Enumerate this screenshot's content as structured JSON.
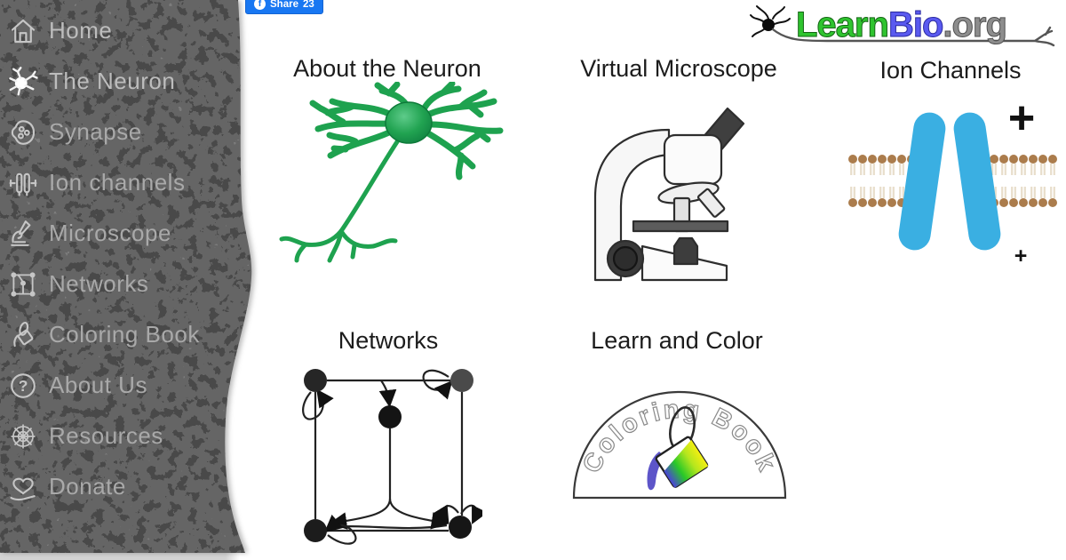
{
  "header": {
    "share_button": {
      "label": "Share",
      "count": "23",
      "color": "#1877f2",
      "icon": "facebook-icon"
    },
    "logo": {
      "icon": "neuron-logo-icon",
      "learn": "Learn",
      "bio": "Bio",
      "org": ".org",
      "colors": {
        "learn": "#2fc42f",
        "bio": "#5a5af0",
        "org": "#8d8d8d"
      }
    }
  },
  "sidebar": {
    "background": "#2b2b2b",
    "items": [
      {
        "label": "Home",
        "icon": "home-icon"
      },
      {
        "label": "The Neuron",
        "icon": "neuron-icon"
      },
      {
        "label": "Synapse",
        "icon": "synapse-icon"
      },
      {
        "label": "Ion channels",
        "icon": "ion-channel-icon"
      },
      {
        "label": "Microscope",
        "icon": "microscope-icon"
      },
      {
        "label": "Networks",
        "icon": "network-icon"
      },
      {
        "label": "Coloring Book",
        "icon": "paint-bucket-icon"
      },
      {
        "label": "About Us",
        "icon": "question-circle-icon"
      },
      {
        "label": "Resources",
        "icon": "web-icon"
      },
      {
        "label": "Donate",
        "icon": "heart-hand-icon"
      }
    ]
  },
  "main": {
    "cards": [
      {
        "title": "About the Neuron",
        "illustration": "green-neuron"
      },
      {
        "title": "Virtual Microscope",
        "illustration": "microscope"
      },
      {
        "title": "Ion Channels",
        "illustration": "ion-channel-membrane",
        "plus_large": "+",
        "plus_small": "+",
        "colors": {
          "channel": "#3aafe2",
          "lipid_head": "#ab7c4c"
        }
      },
      {
        "title": "Networks",
        "illustration": "neural-network-graph"
      },
      {
        "title": "Learn and Color",
        "illustration": "coloring-book-badge",
        "badge_text": "Coloring Book"
      }
    ]
  }
}
